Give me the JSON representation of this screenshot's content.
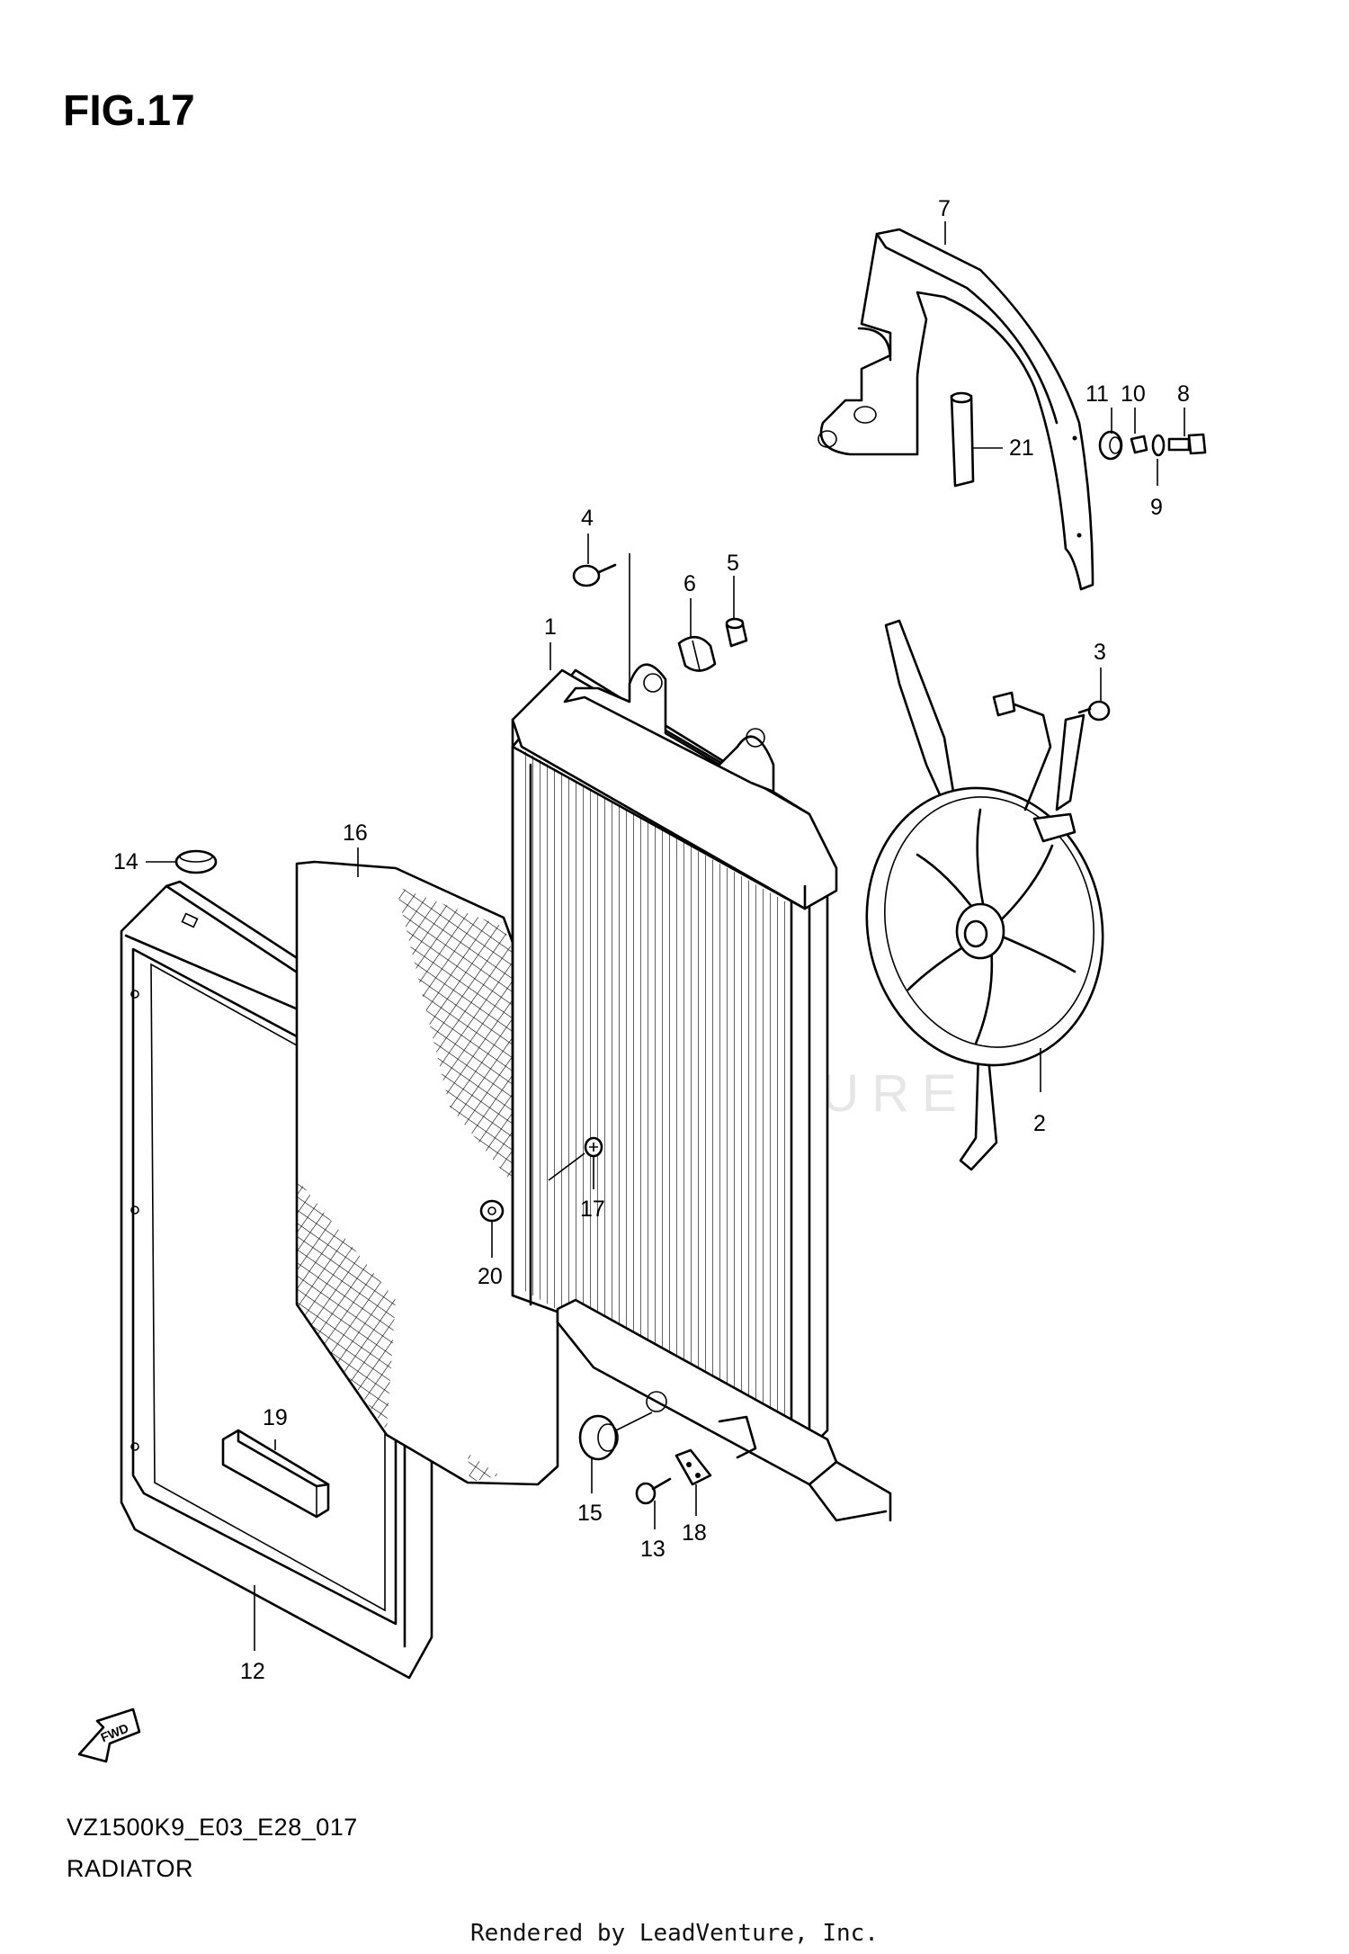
{
  "figure": {
    "title": "FIG.17"
  },
  "footer": {
    "model_code": "VZ1500K9_E03_E28_017",
    "section_name": "RADIATOR"
  },
  "credit": "Rendered by LeadVenture, Inc.",
  "watermark": "LEADVENTURE",
  "direction_marker": "FWD",
  "callouts": [
    {
      "num": "1"
    },
    {
      "num": "2"
    },
    {
      "num": "3"
    },
    {
      "num": "4"
    },
    {
      "num": "5"
    },
    {
      "num": "6"
    },
    {
      "num": "7"
    },
    {
      "num": "8"
    },
    {
      "num": "9"
    },
    {
      "num": "10"
    },
    {
      "num": "11"
    },
    {
      "num": "12"
    },
    {
      "num": "13"
    },
    {
      "num": "14"
    },
    {
      "num": "15"
    },
    {
      "num": "16"
    },
    {
      "num": "17"
    },
    {
      "num": "18"
    },
    {
      "num": "19"
    },
    {
      "num": "20"
    },
    {
      "num": "21"
    }
  ]
}
